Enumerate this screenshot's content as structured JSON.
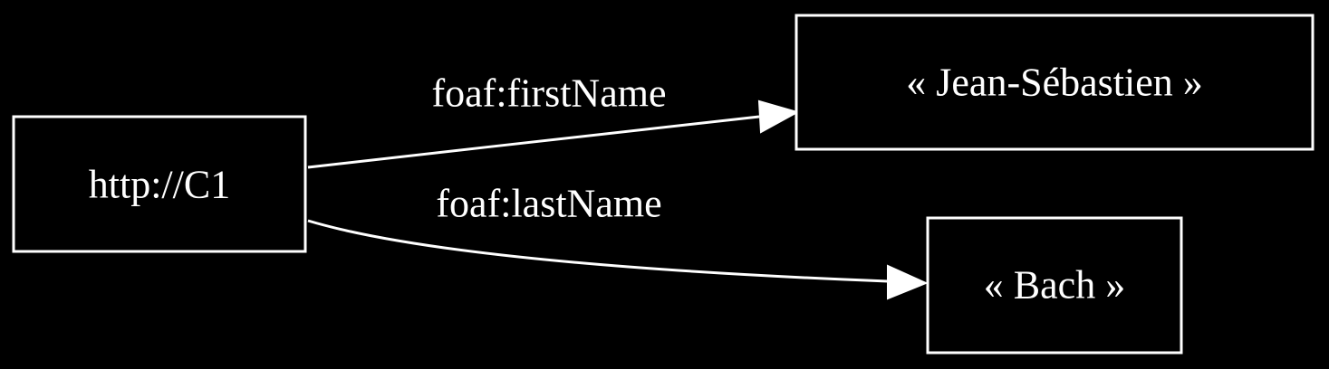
{
  "colors": {
    "background": "#000000",
    "foreground": "#ffffff"
  },
  "nodes": {
    "subject": {
      "label": "http://C1"
    },
    "first_name_literal": {
      "label": "« Jean-Sébastien »"
    },
    "last_name_literal": {
      "label": "« Bach »"
    }
  },
  "edges": {
    "first_name": {
      "label": "foaf:firstName",
      "from": "http://C1",
      "to": "« Jean-Sébastien »"
    },
    "last_name": {
      "label": "foaf:lastName",
      "from": "http://C1",
      "to": "« Bach »"
    }
  }
}
